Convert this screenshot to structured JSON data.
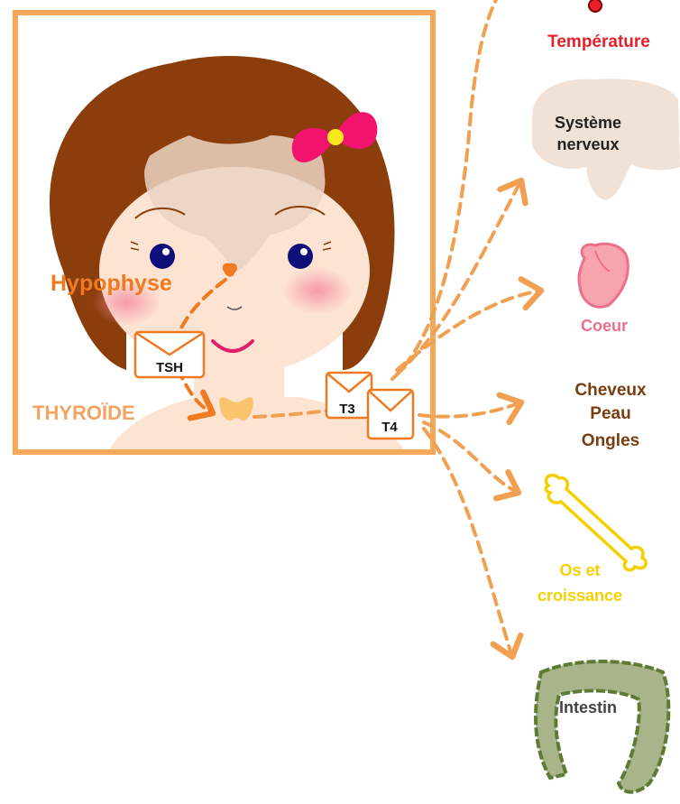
{
  "labels": {
    "hypophyse": "Hypophyse",
    "thyroide": "THYROÏDE",
    "tsh": "TSH",
    "t3": "T3",
    "t4": "T4"
  },
  "targets": {
    "temperature": "Température",
    "systeme_line1": "Système",
    "systeme_line2": "nerveux",
    "coeur": "Coeur",
    "cheveux": "Cheveux",
    "peau": "Peau",
    "ongles": "Ongles",
    "os_line1": "Os et",
    "os_line2": "croissance",
    "intestin": "Intestin"
  },
  "colors": {
    "frame": "#f5a85a",
    "arrow": "#f0a050",
    "hypophyse": "#f07a20",
    "thyroide": "#f4a460",
    "temperature": "#e8202a",
    "dark_text": "#222222",
    "coeur": "#ee6f8c",
    "cheveux": "#7a3d10",
    "os": "#f5d000",
    "intestin_fill": "#a8b58a",
    "intestin_stroke": "#5e7a35",
    "hair": "#8b3d0c",
    "skin": "#fde3d2",
    "bow": "#f0146e"
  }
}
